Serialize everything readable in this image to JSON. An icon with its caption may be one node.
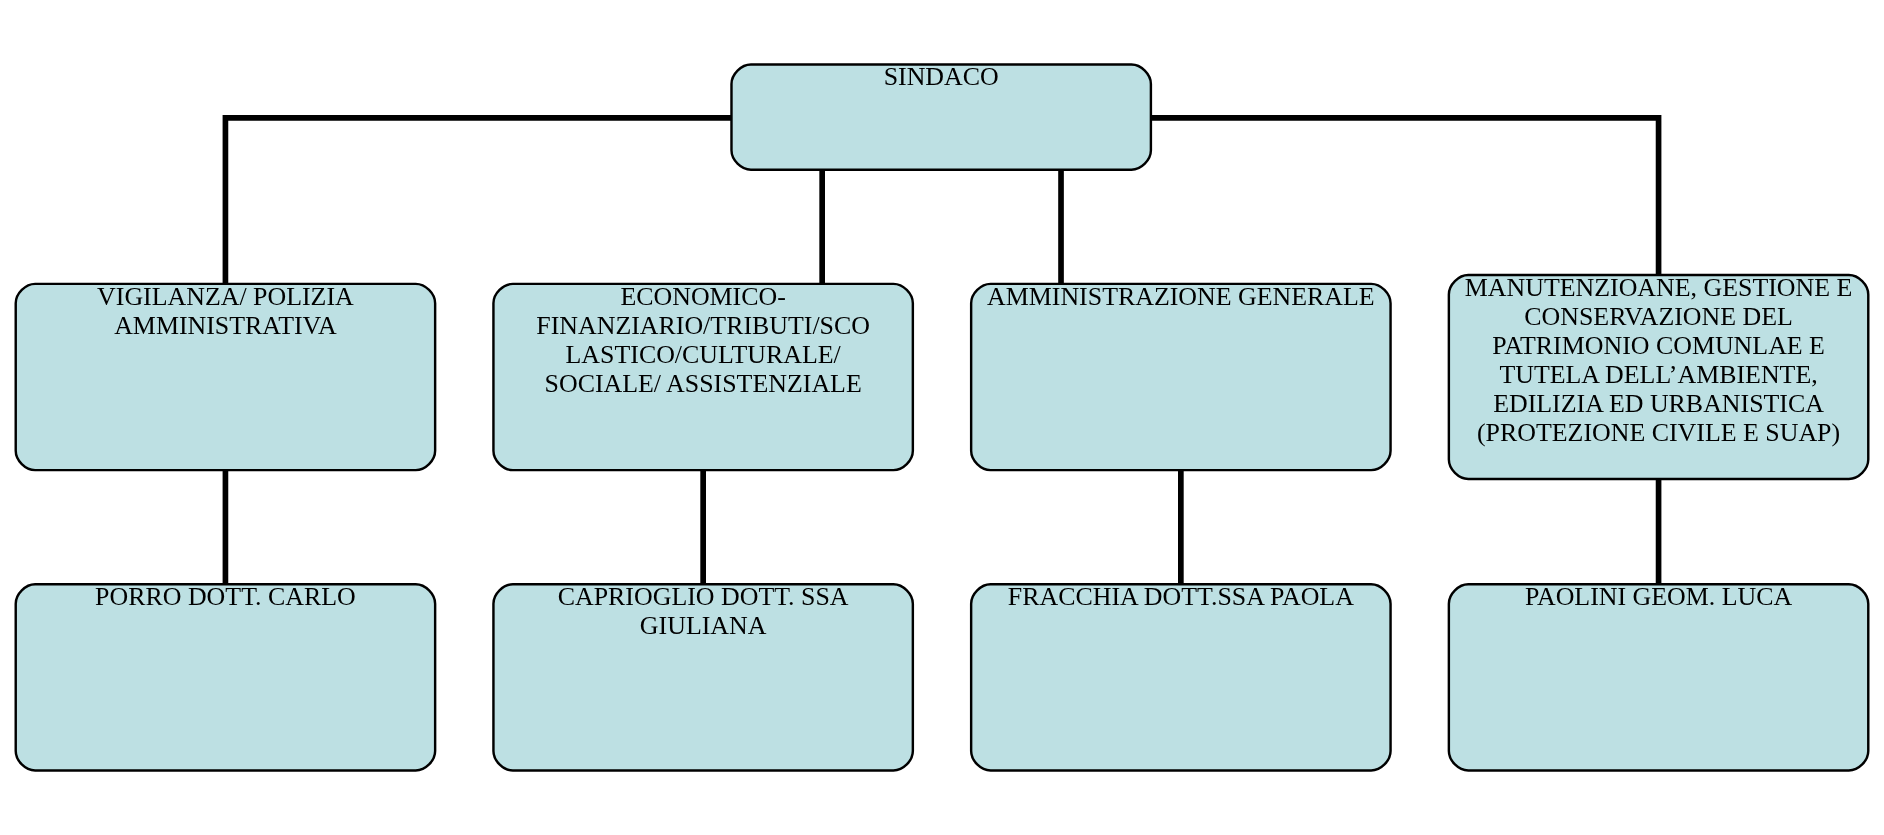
{
  "diagram": {
    "nodes": [
      {
        "text": [
          "SINDACO"
        ]
      },
      {
        "text": [
          "VIGILANZA/ POLIZIA AMMINISTRATIVA"
        ]
      },
      {
        "text": [
          "ECONOMICO- FINANZIARIO/TRIBUTI/SCO LASTICO/CULTURALE/ SOCIALE/ ASSISTENZIALE"
        ]
      },
      {
        "text": [
          "AMMINISTRAZIONE GENERALE"
        ]
      },
      {
        "text": [
          "MANUTENZIOANE, GESTIONE E CONSERVAZIONE DEL PATRIMONIO COMUNLAE E TUTELA DELL’AMBIENTE, EDILIZIA ED URBANISTICA (PROTEZIONE CIVILE E SUAP)"
        ]
      },
      {
        "text": [
          "PORRO DOTT. CARLO"
        ]
      },
      {
        "text": [
          "CAPRIOGLIO DOTT. SSA GIULIANA"
        ]
      },
      {
        "text": [
          "FRACCHIA DOTT.SSA PAOLA"
        ]
      },
      {
        "text": [
          "PAOLINI GEOM. LUCA"
        ]
      }
    ],
    "edges": [
      {
        "from": 0,
        "to": 1,
        "arrow": "none"
      },
      {
        "from": 0,
        "to": 2,
        "arrow": "none"
      },
      {
        "from": 0,
        "to": 3,
        "arrow": "none"
      },
      {
        "from": 0,
        "to": 4,
        "arrow": "none"
      },
      {
        "from": 1,
        "to": 5,
        "arrow": "none"
      },
      {
        "from": 2,
        "to": 6,
        "arrow": "none"
      },
      {
        "from": 3,
        "to": 7,
        "arrow": "none"
      },
      {
        "from": 4,
        "to": 8,
        "arrow": "none"
      }
    ]
  }
}
